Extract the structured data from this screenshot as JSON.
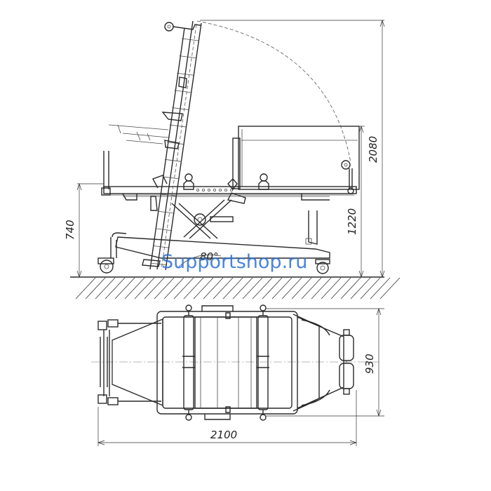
{
  "dimensions": {
    "height_total": "2080",
    "height_frame": "1220",
    "height_bed": "740",
    "length": "2100",
    "width": "930",
    "angle": "80°"
  },
  "watermark": {
    "text": "Supportshop.ru",
    "color": "#2b6fd4"
  },
  "colors": {
    "line": "#2a2a2a",
    "background": "#ffffff"
  }
}
